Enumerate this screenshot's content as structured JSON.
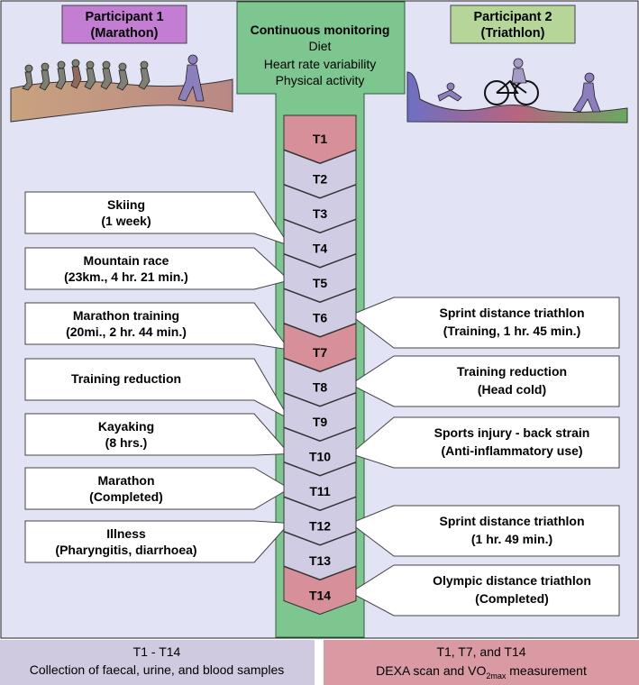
{
  "participants": {
    "p1": {
      "line1": "Participant 1",
      "line2": "(Marathon)"
    },
    "p2": {
      "line1": "Participant 2",
      "line2": "(Triathlon)"
    }
  },
  "monitoring": {
    "title": "Continuous monitoring",
    "items": [
      "Diet",
      "Heart rate variability",
      "Physical activity"
    ]
  },
  "timepoints": [
    {
      "label": "T1",
      "highlight": true
    },
    {
      "label": "T2",
      "highlight": false
    },
    {
      "label": "T3",
      "highlight": false
    },
    {
      "label": "T4",
      "highlight": false
    },
    {
      "label": "T5",
      "highlight": false
    },
    {
      "label": "T6",
      "highlight": false
    },
    {
      "label": "T7",
      "highlight": true
    },
    {
      "label": "T8",
      "highlight": false
    },
    {
      "label": "T9",
      "highlight": false
    },
    {
      "label": "T10",
      "highlight": false
    },
    {
      "label": "T11",
      "highlight": false
    },
    {
      "label": "T12",
      "highlight": false
    },
    {
      "label": "T13",
      "highlight": false
    },
    {
      "label": "T14",
      "highlight": true
    }
  ],
  "left_events": [
    {
      "line1": "Skiing",
      "line2": "(1 week)",
      "target": "T4"
    },
    {
      "line1": "Mountain race",
      "line2": "(23km., 4 hr. 21 min.)",
      "target": "T5"
    },
    {
      "line1": "Marathon training",
      "line2": "(20mi., 2 hr. 44 min.)",
      "target": "T7"
    },
    {
      "line1": "Training reduction",
      "line2": "",
      "target": "T9"
    },
    {
      "line1": "Kayaking",
      "line2": "(8 hrs.)",
      "target": "T10"
    },
    {
      "line1": "Marathon",
      "line2": "(Completed)",
      "target": "T11"
    },
    {
      "line1": "Illness",
      "line2": "(Pharyngitis, diarrhoea)",
      "target": "T12"
    }
  ],
  "right_events": [
    {
      "line1": "Sprint distance triathlon",
      "line2": "(Training, 1 hr. 45 min.)",
      "target": "T6"
    },
    {
      "line1": "Training reduction",
      "line2": "(Head cold)",
      "target": "T8"
    },
    {
      "line1": "Sports injury - back strain",
      "line2": "(Anti-inflammatory use)",
      "target": "T10"
    },
    {
      "line1": "Sprint distance triathlon",
      "line2": "(1 hr. 49 min.)",
      "target": "T12"
    },
    {
      "line1": "Olympic distance triathlon",
      "line2": "(Completed)",
      "target": "T14"
    }
  ],
  "footer": {
    "left": {
      "line1": "T1 - T14",
      "line2": "Collection of faecal, urine, and blood samples"
    },
    "right": {
      "line1": "T1, T7, and T14",
      "line2_pre": "DEXA scan and VO",
      "line2_sub": "2max",
      "line2_post": " measurement"
    }
  },
  "colors": {
    "background": "#e2e3f5",
    "chevron": "#cfcce4",
    "chevron_highlight": "#d7909a",
    "monitor": "#7dc690",
    "p1_box": "#c37dd3",
    "p2_box": "#b5d698",
    "footer_left": "#cfcae0",
    "footer_right": "#d99aa4"
  }
}
